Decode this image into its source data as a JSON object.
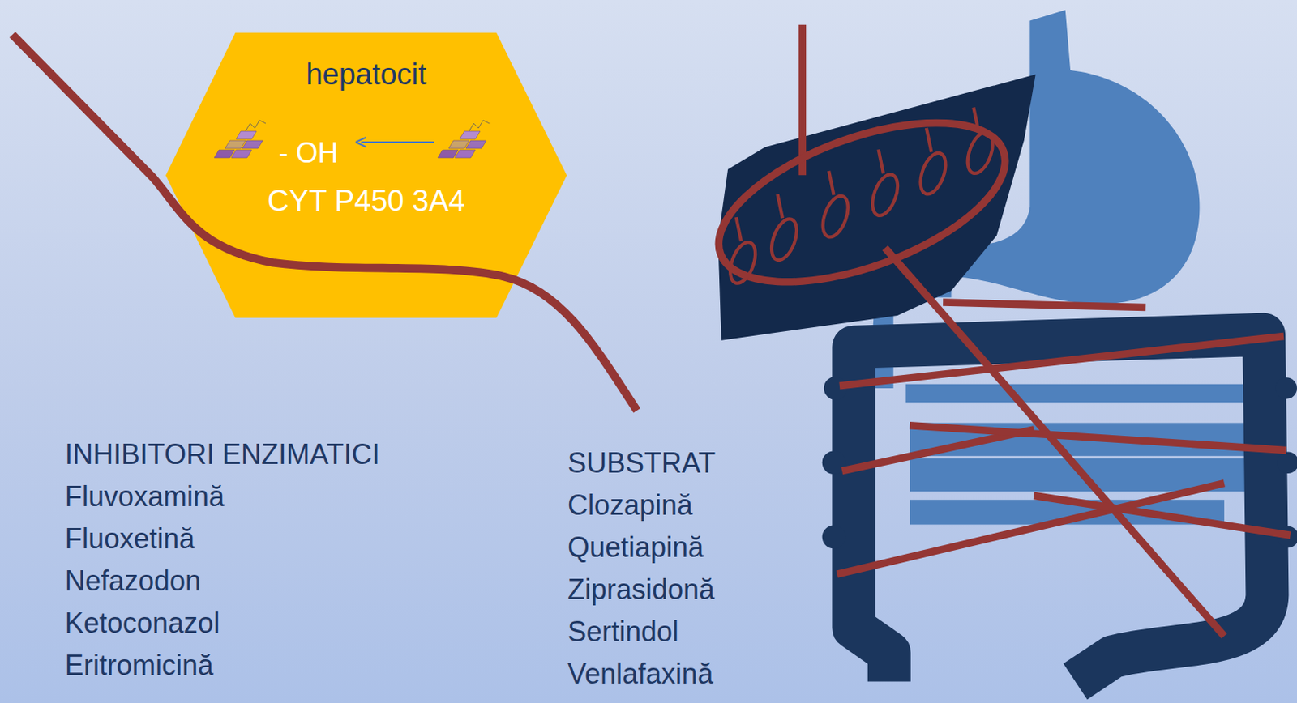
{
  "diagram": {
    "nodes": [
      {
        "text": [
          "hepatocit",
          "- OH",
          "CYT P450 3A4"
        ]
      }
    ],
    "edges": [],
    "labels": [
      "INHIBITORI ENZIMATICI",
      "Fluvoxamină",
      "Fluoxetină",
      "Nefazodon",
      "Ketoconazol",
      "Eritromicină",
      "SUBSTRAT",
      "Clozapină",
      "Quetiapină",
      "Ziprasidonă",
      "Sertindol",
      "Venlafaxină"
    ]
  }
}
